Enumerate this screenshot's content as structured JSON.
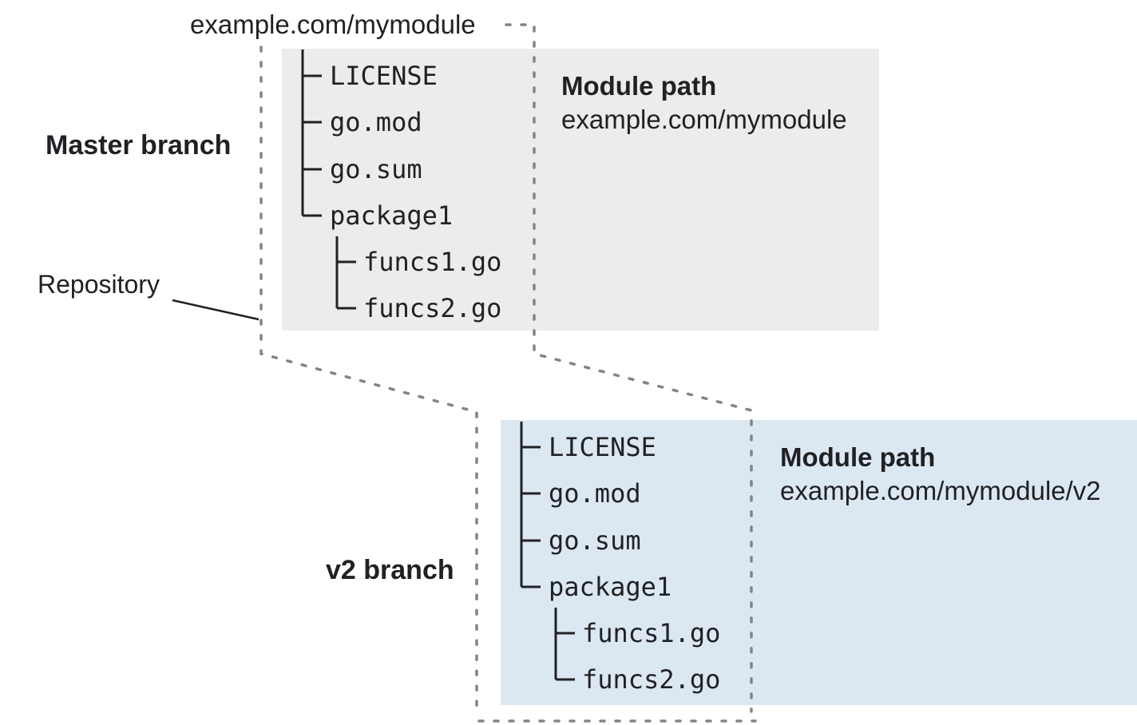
{
  "header": {
    "repo_url": "example.com/mymodule"
  },
  "labels": {
    "repository": "Repository"
  },
  "master": {
    "branch_label": "Master branch",
    "module_path_title": "Module path",
    "module_path": "example.com/mymodule",
    "files": [
      "LICENSE",
      "go.mod",
      "go.sum",
      "package1"
    ],
    "package_files": [
      "funcs1.go",
      "funcs2.go"
    ]
  },
  "v2": {
    "branch_label": "v2 branch",
    "module_path_title": "Module path",
    "module_path": "example.com/mymodule/v2",
    "files": [
      "LICENSE",
      "go.mod",
      "go.sum",
      "package1"
    ],
    "package_files": [
      "funcs1.go",
      "funcs2.go"
    ]
  },
  "colors": {
    "master_box": "#ececec",
    "v2_box": "#dce8f1",
    "boundary_dots": "#848484",
    "text": "#202124"
  }
}
